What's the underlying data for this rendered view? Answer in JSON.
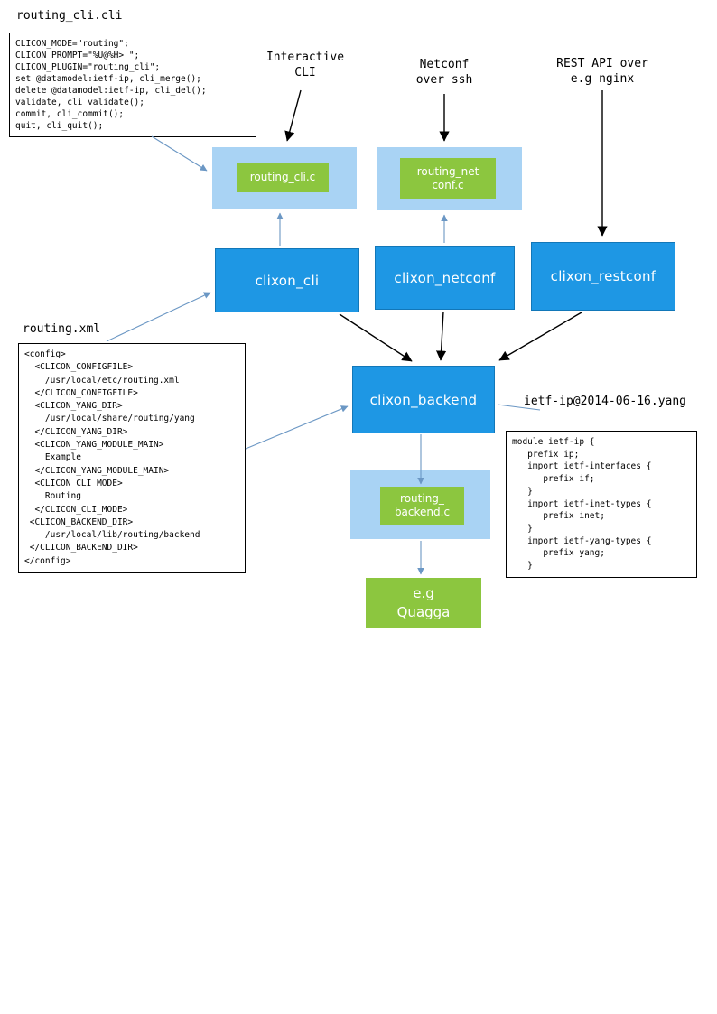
{
  "colors": {
    "box-blue": "#1e97e4",
    "box-lightblue": "#a9d3f4",
    "box-green": "#8cc63f",
    "arrow-blue": "#6b97c4",
    "arrow-black": "#000000"
  },
  "labels": {
    "cli_file_title": "routing_cli.cli",
    "xml_file_title": "routing.xml",
    "yang_file_title": "ietf-ip@2014-06-16.yang",
    "interactive_cli": "Interactive\nCLI",
    "netconf_over_ssh": "Netconf\nover ssh",
    "rest_api": "REST API over\ne.g nginx"
  },
  "code": {
    "routing_cli": "CLICON_MODE=\"routing\";\nCLICON_PROMPT=\"%U@%H> \";\nCLICON_PLUGIN=\"routing_cli\";\nset @datamodel:ietf-ip, cli_merge();\ndelete @datamodel:ietf-ip, cli_del();\nvalidate, cli_validate();\ncommit, cli_commit();\nquit, cli_quit();",
    "routing_xml": "<config>\n  <CLICON_CONFIGFILE>\n    /usr/local/etc/routing.xml\n  </CLICON_CONFIGFILE>\n  <CLICON_YANG_DIR>\n    /usr/local/share/routing/yang\n  </CLICON_YANG_DIR>\n  <CLICON_YANG_MODULE_MAIN>\n    Example\n  </CLICON_YANG_MODULE_MAIN>\n  <CLICON_CLI_MODE>\n    Routing\n  </CLICON_CLI_MODE>\n <CLICON_BACKEND_DIR>\n    /usr/local/lib/routing/backend\n </CLICON_BACKEND_DIR>\n</config>",
    "ietf_ip_yang": "module ietf-ip {\n   prefix ip;\n   import ietf-interfaces {\n      prefix if;\n   }\n   import ietf-inet-types {\n      prefix inet;\n   }\n   import ietf-yang-types {\n      prefix yang;\n   }"
  },
  "nodes": {
    "routing_cli_c": "routing_cli.c",
    "routing_netconf_c": "routing_net\nconf.c",
    "clixon_cli": "clixon_cli",
    "clixon_netconf": "clixon_netconf",
    "clixon_restconf": "clixon_restconf",
    "clixon_backend": "clixon_backend",
    "routing_backend_c": "routing_\nbackend.c",
    "quagga": "e.g\nQuagga"
  }
}
